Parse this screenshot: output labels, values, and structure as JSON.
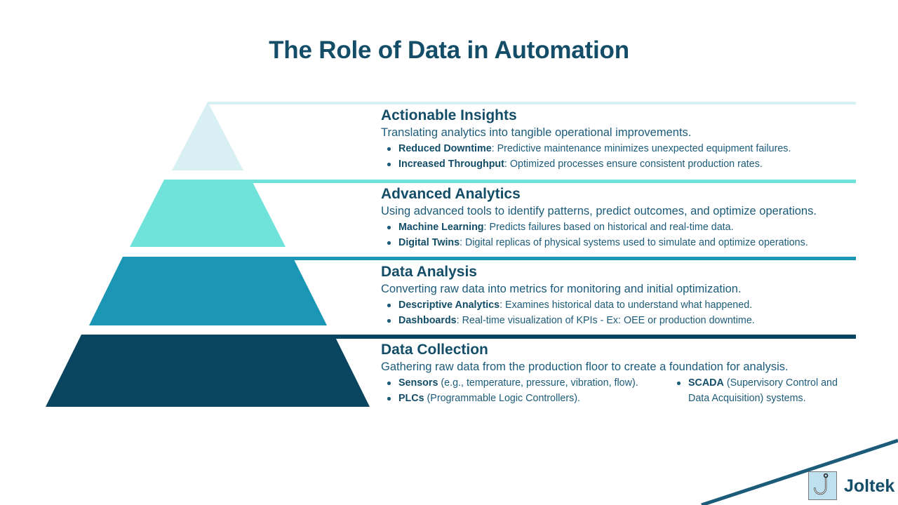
{
  "slide": {
    "title": "The Role of Data in Automation",
    "background_color": "#ffffff",
    "title_color": "#134d68"
  },
  "palette": {
    "tier1": "#d8f0f3",
    "tier2": "#6fe3d9",
    "tier3": "#1b96b4",
    "tier4": "#0a4560",
    "heading": "#134d68",
    "body": "#1c5b79",
    "logo_tile": "#bfe0ef"
  },
  "pyramid": {
    "tiers": [
      {
        "level": 1,
        "heading": "Actionable Insights",
        "subtitle": "Translating analytics into tangible operational improvements.",
        "color": "#d8f0f3",
        "bullets": [
          {
            "term": "Reduced Downtime",
            "text": ": Predictive maintenance minimizes unexpected equipment failures."
          },
          {
            "term": "Increased Throughput",
            "text": ": Optimized processes ensure consistent production rates."
          }
        ]
      },
      {
        "level": 2,
        "heading": "Advanced Analytics",
        "subtitle": "Using advanced tools to identify patterns, predict outcomes, and optimize operations.",
        "color": "#6fe3d9",
        "bullets": [
          {
            "term": "Machine Learning",
            "text": ": Predicts failures based on historical and real-time data."
          },
          {
            "term": "Digital Twins",
            "text": ": Digital replicas of physical systems used to simulate and optimize operations."
          }
        ]
      },
      {
        "level": 3,
        "heading": "Data Analysis",
        "subtitle": "Converting raw data into metrics for monitoring and initial optimization.",
        "color": "#1b96b4",
        "bullets": [
          {
            "term": "Descriptive Analytics",
            "text": ": Examines historical data to understand what happened."
          },
          {
            "term": "Dashboards",
            "text": ": Real-time visualization of KPIs - Ex: OEE or production downtime."
          }
        ]
      },
      {
        "level": 4,
        "heading": "Data Collection",
        "subtitle": "Gathering raw data from the production floor to create a foundation for analysis.",
        "color": "#0a4560",
        "bullets": [
          {
            "term": "Sensors",
            "text": " (e.g., temperature, pressure, vibration, flow)."
          },
          {
            "term": "PLCs",
            "text": " (Programmable Logic Controllers)."
          }
        ],
        "bullets_column_2": [
          {
            "term": "SCADA",
            "text": " (Supervisory Control and Data Acquisition) systems."
          }
        ]
      }
    ]
  },
  "footer": {
    "brand_name": "Joltek",
    "logo_glyph": "J",
    "logo_icon_name": "joltek-j-logo"
  }
}
